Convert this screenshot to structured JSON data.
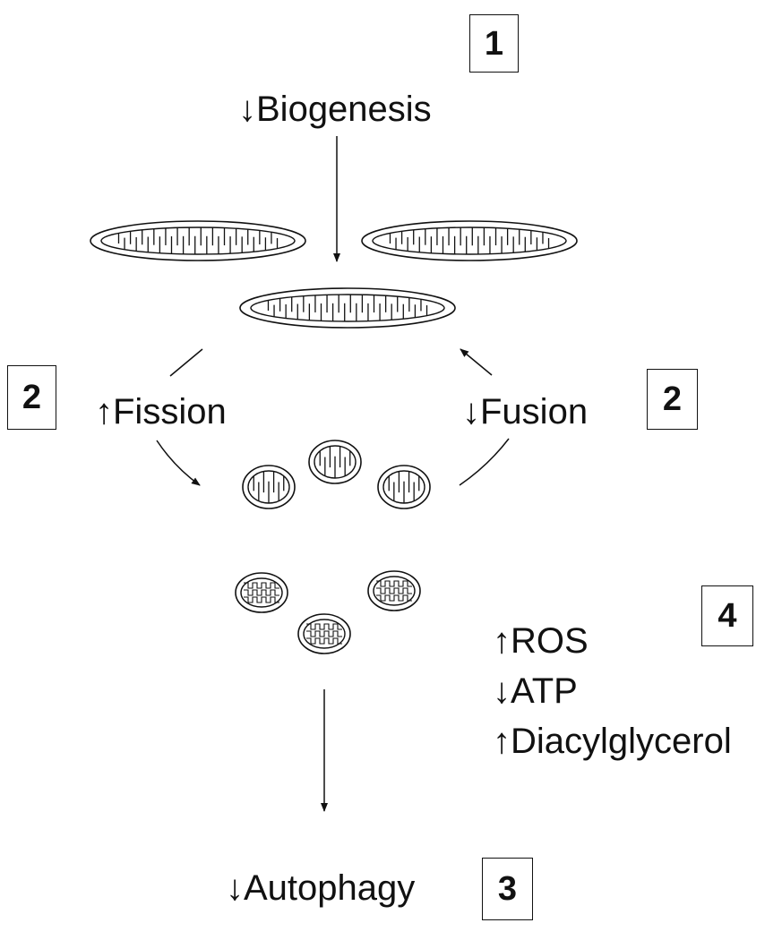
{
  "steps": {
    "biogenesis": {
      "badge": "1",
      "label": "↓Biogenesis"
    },
    "fission": {
      "badge": "2",
      "label": "↑Fission"
    },
    "fusion": {
      "badge": "2",
      "label": "↓Fusion"
    },
    "autophagy": {
      "badge": "3",
      "label": "↓Autophagy"
    },
    "outcomes": {
      "badge": "4",
      "items": [
        "↑ROS",
        "↓ATP",
        "↑Diacylglycerol"
      ]
    }
  },
  "mitochondria": {
    "elongated_count": 3,
    "fragmented_count": 3,
    "damaged_count": 3
  }
}
